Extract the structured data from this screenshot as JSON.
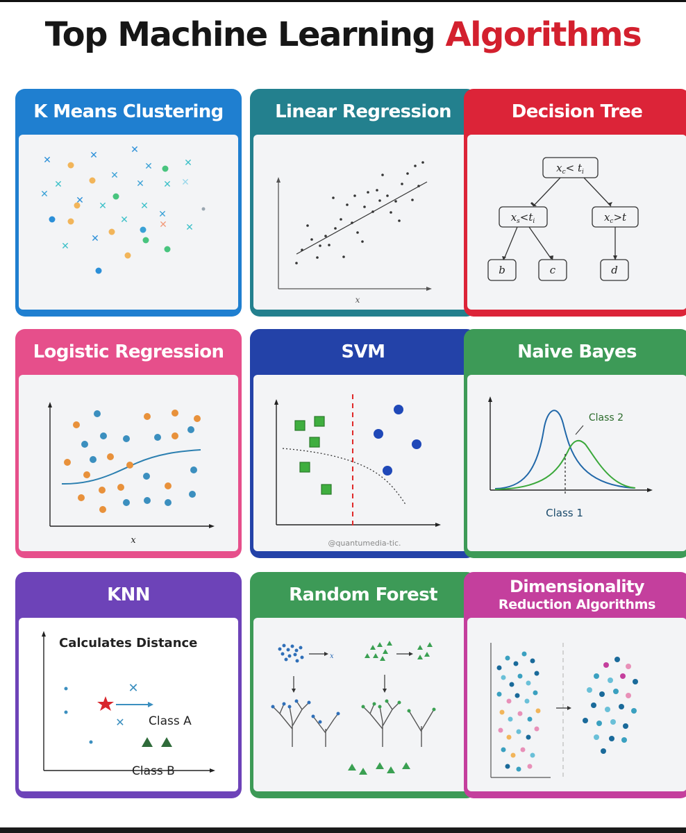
{
  "title": {
    "main": "Top Machine Learning",
    "accent": "Algorithms"
  },
  "colors": {
    "kmeans": "#1f7fd0",
    "linear": "#23808e",
    "tree": "#dc2438",
    "logistic": "#e64f8b",
    "svm": "#2342a8",
    "bayes": "#3d9a57",
    "knn": "#6d43b8",
    "forest": "#3d9a57",
    "dim": "#c43f9d"
  },
  "cards": {
    "kmeans": {
      "title": "K Means Clustering"
    },
    "linear": {
      "title": "Linear Regression",
      "x_label": "x"
    },
    "tree": {
      "title": "Decision Tree",
      "root_var": "x",
      "root_sub": "c",
      "root_op": "<",
      "root_rhs": "t",
      "root_rhs_sub": "i",
      "left_var": "x",
      "left_sub": "s",
      "left_op": "<",
      "left_rhs": "t",
      "left_rhs_sub": "i",
      "right_var": "x",
      "right_sub": "c",
      "right_op": ">",
      "right_rhs": "t",
      "leaves": [
        "b",
        "c",
        "d"
      ]
    },
    "logistic": {
      "title": "Logistic Regression",
      "x_label": "x"
    },
    "svm": {
      "title": "SVM",
      "watermark": "@quantumedia-tic."
    },
    "bayes": {
      "title": "Naive Bayes",
      "class2": "Class 2",
      "class1": "Class 1"
    },
    "knn": {
      "title": "KNN",
      "distance_label": "Calculates Distance",
      "class_a": "Class A",
      "class_b": "Class B"
    },
    "forest": {
      "title": "Random Forest"
    },
    "dim": {
      "title_line1": "Dimensionality",
      "title_line2": "Reduction Algorithms"
    }
  }
}
